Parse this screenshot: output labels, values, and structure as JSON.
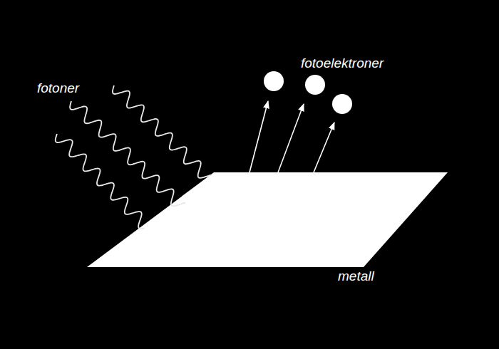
{
  "diagram": {
    "labels": [
      "fotoner",
      "fotoelektroner",
      "metall"
    ]
  }
}
